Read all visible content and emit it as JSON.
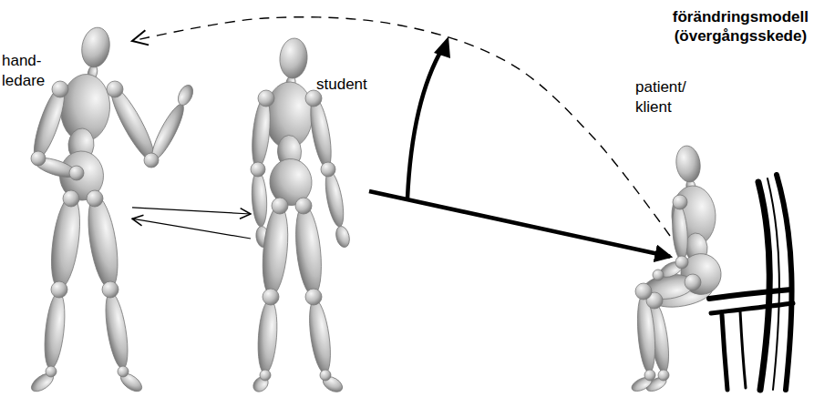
{
  "diagram": {
    "title": "förändringsmodell (övergångsskede)",
    "nodes": [
      {
        "text": [
          "hand- ledare"
        ]
      },
      {
        "text": [
          "student"
        ]
      },
      {
        "text": [
          "patient/ klient"
        ]
      }
    ],
    "edges": [
      {
        "from": 0,
        "to": 1,
        "arrow": "to"
      },
      {
        "from": 1,
        "to": 0,
        "arrow": "to"
      },
      {
        "from": 1,
        "to": 2,
        "arrow": "to"
      },
      {
        "from": 2,
        "to": 0,
        "arrow": "to"
      }
    ]
  }
}
